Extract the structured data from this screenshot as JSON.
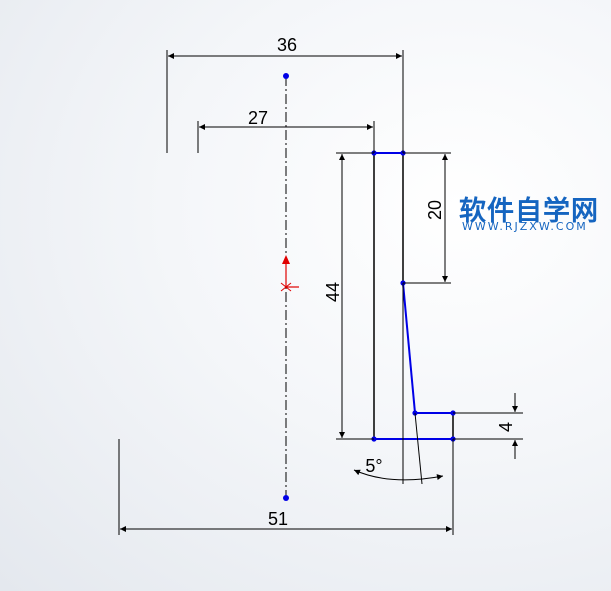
{
  "dimensions": {
    "top_width": "36",
    "inner_width": "27",
    "upper_height": "20",
    "total_height": "44",
    "bottom_thickness": "4",
    "angle": "5°",
    "base_width": "51"
  },
  "watermark": {
    "title": "软件自学网",
    "url": "WWW.RJZXW.COM"
  },
  "colors": {
    "profile": "#0000e6",
    "dimension": "#000000",
    "origin": "#e00000",
    "watermark": "#1565c0"
  }
}
